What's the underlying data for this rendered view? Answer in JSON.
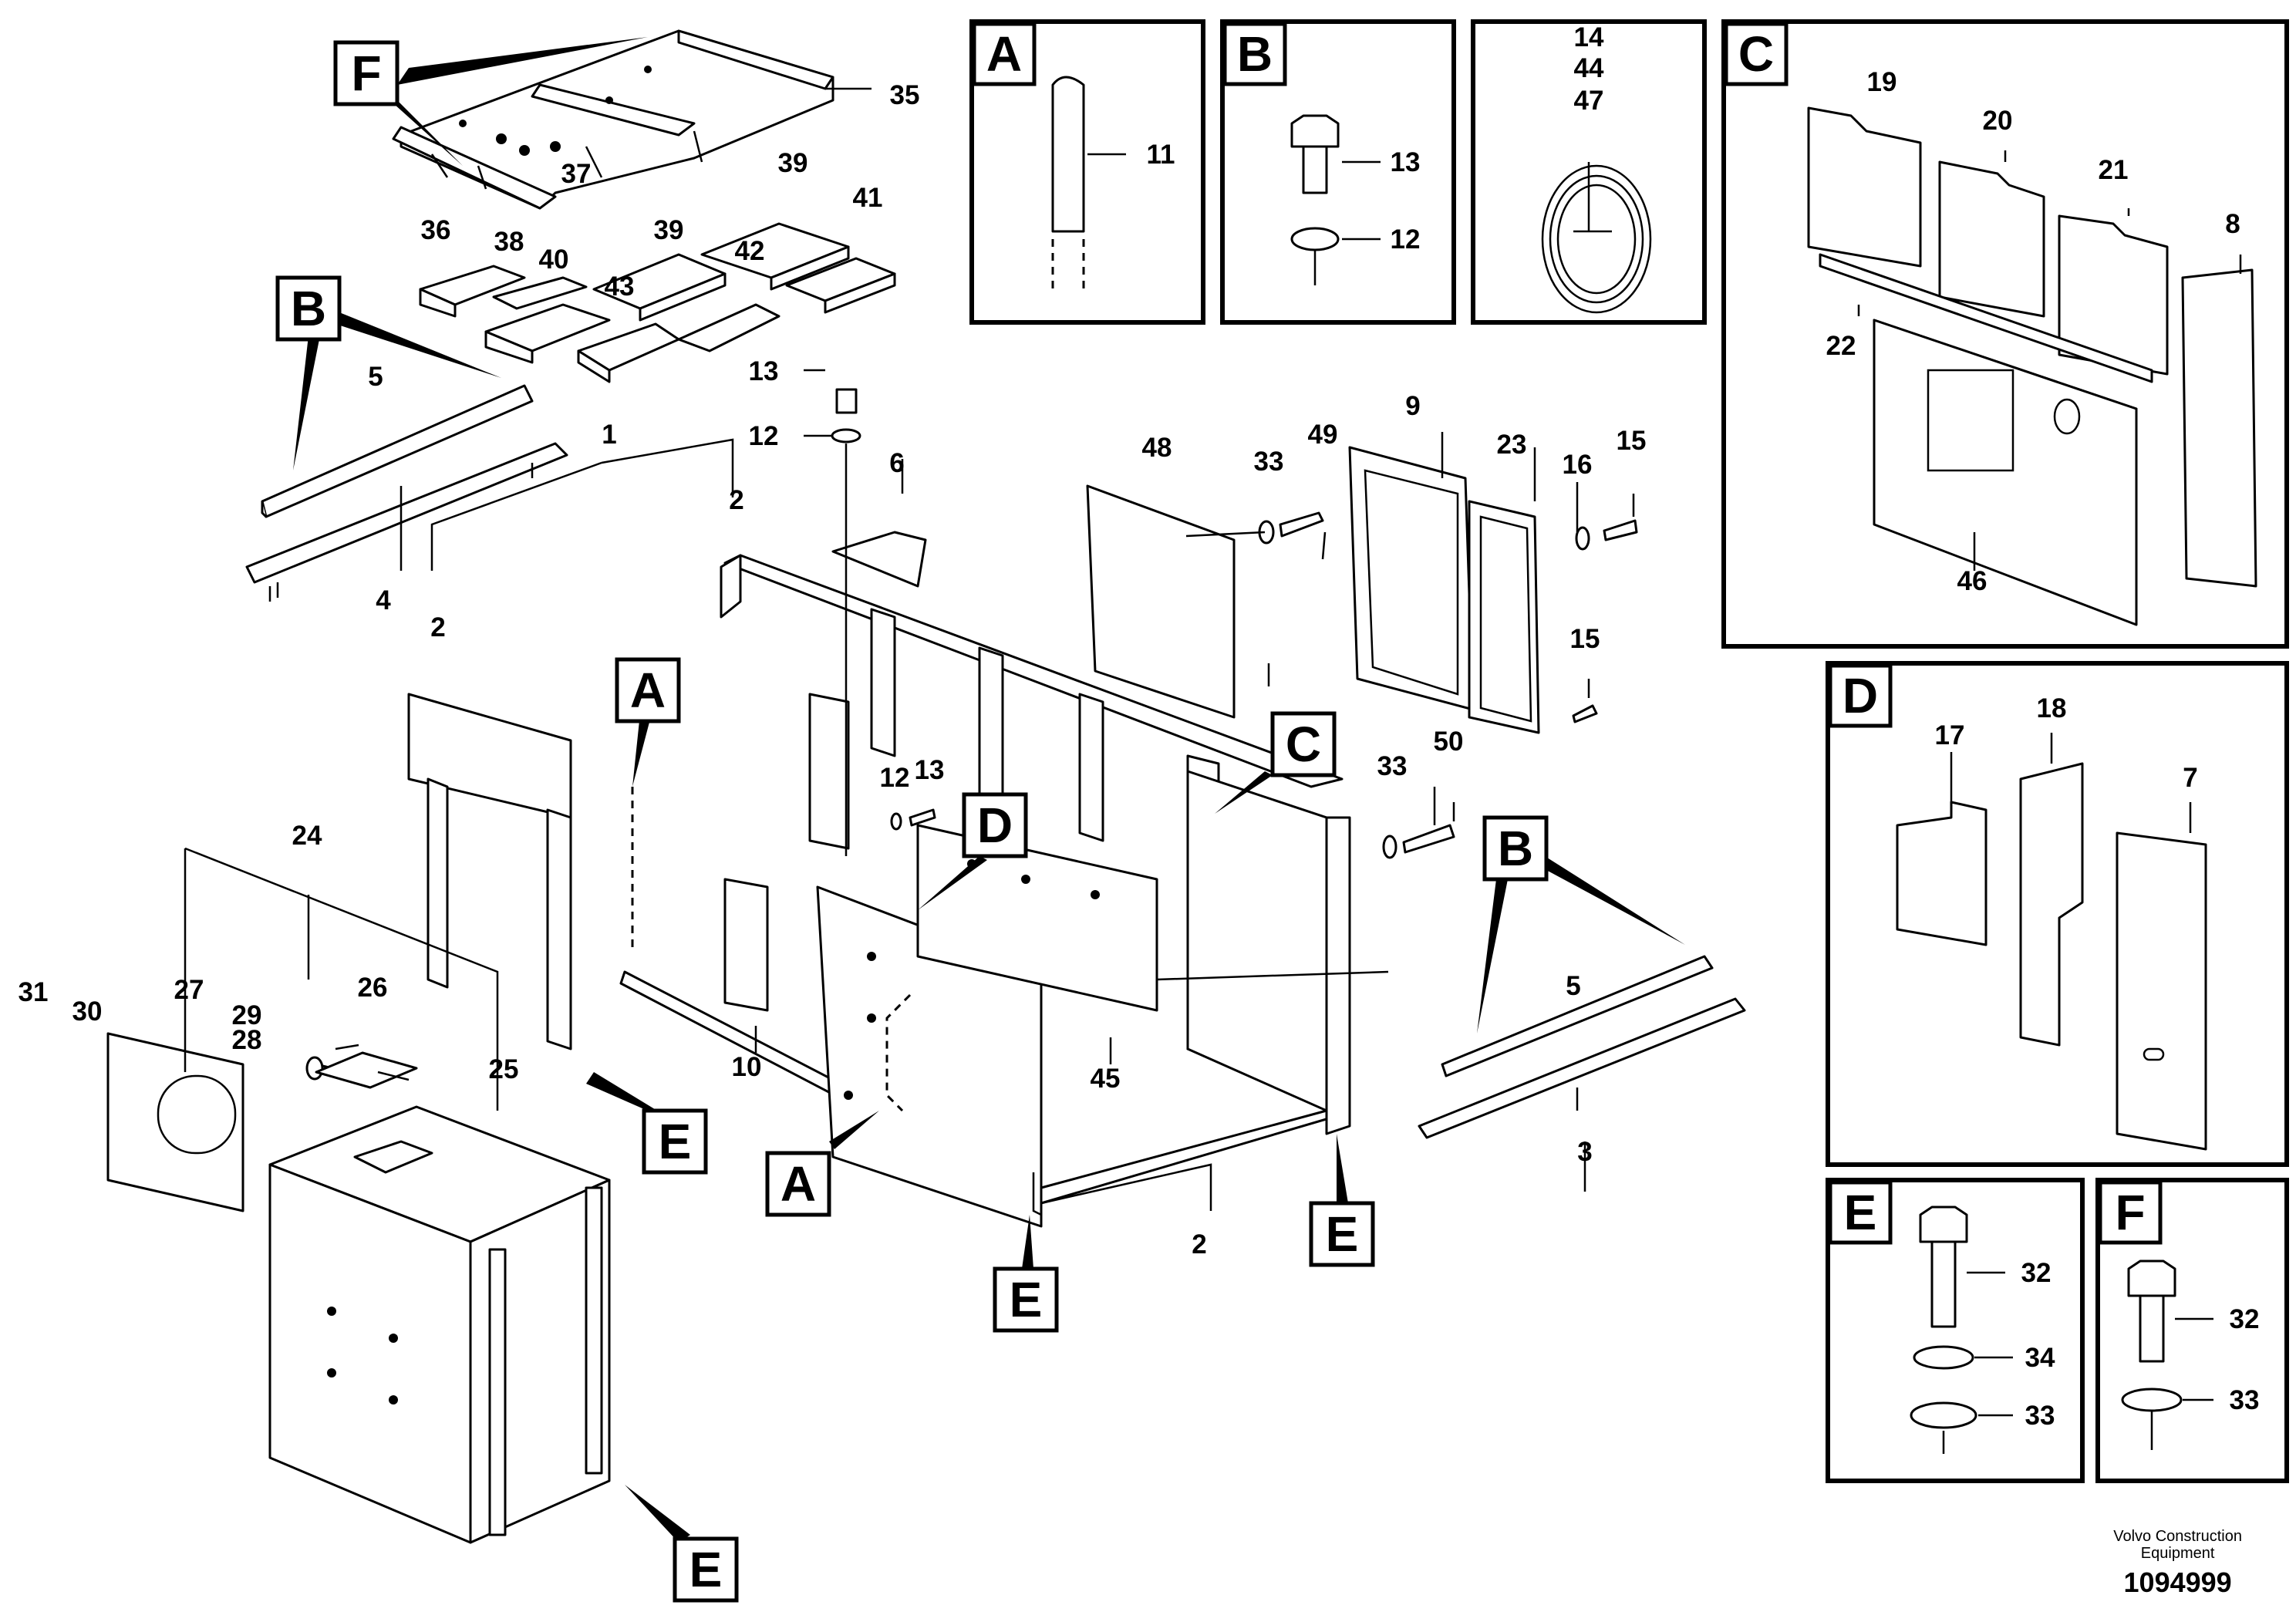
{
  "diagram": {
    "main_labels": [
      {
        "id": "1",
        "text": "1"
      },
      {
        "id": "2a",
        "text": "2"
      },
      {
        "id": "2b",
        "text": "2"
      },
      {
        "id": "2c",
        "text": "2"
      },
      {
        "id": "3",
        "text": "3"
      },
      {
        "id": "4",
        "text": "4"
      },
      {
        "id": "5a",
        "text": "5"
      },
      {
        "id": "5b",
        "text": "5"
      },
      {
        "id": "6",
        "text": "6"
      },
      {
        "id": "9",
        "text": "9"
      },
      {
        "id": "10",
        "text": "10"
      },
      {
        "id": "12a",
        "text": "12"
      },
      {
        "id": "12b",
        "text": "12"
      },
      {
        "id": "13a",
        "text": "13"
      },
      {
        "id": "13b",
        "text": "13"
      },
      {
        "id": "15a",
        "text": "15"
      },
      {
        "id": "15b",
        "text": "15"
      },
      {
        "id": "16",
        "text": "16"
      },
      {
        "id": "23",
        "text": "23"
      },
      {
        "id": "24",
        "text": "24"
      },
      {
        "id": "25",
        "text": "25"
      },
      {
        "id": "26",
        "text": "26"
      },
      {
        "id": "27",
        "text": "27"
      },
      {
        "id": "28",
        "text": "28"
      },
      {
        "id": "29",
        "text": "29"
      },
      {
        "id": "30",
        "text": "30"
      },
      {
        "id": "31",
        "text": "31"
      },
      {
        "id": "33a",
        "text": "33"
      },
      {
        "id": "33b",
        "text": "33"
      },
      {
        "id": "35",
        "text": "35"
      },
      {
        "id": "36",
        "text": "36"
      },
      {
        "id": "37",
        "text": "37"
      },
      {
        "id": "38",
        "text": "38"
      },
      {
        "id": "39a",
        "text": "39"
      },
      {
        "id": "39b",
        "text": "39"
      },
      {
        "id": "40",
        "text": "40"
      },
      {
        "id": "41",
        "text": "41"
      },
      {
        "id": "42",
        "text": "42"
      },
      {
        "id": "43",
        "text": "43"
      },
      {
        "id": "45",
        "text": "45"
      },
      {
        "id": "48",
        "text": "48"
      },
      {
        "id": "49",
        "text": "49"
      },
      {
        "id": "50",
        "text": "50"
      }
    ],
    "letter_tags": [
      "F",
      "B",
      "A",
      "D",
      "C",
      "B",
      "E",
      "A",
      "E",
      "E",
      "E"
    ],
    "detail_panels": [
      {
        "letter": "A",
        "labels": [
          "11"
        ]
      },
      {
        "letter": "B",
        "labels": [
          "13",
          "12"
        ]
      },
      {
        "letter": "",
        "labels": [
          "14",
          "44",
          "47"
        ]
      },
      {
        "letter": "C",
        "labels": [
          "19",
          "20",
          "21",
          "8",
          "22",
          "46"
        ]
      },
      {
        "letter": "D",
        "labels": [
          "17",
          "18",
          "7"
        ]
      },
      {
        "letter": "E",
        "labels": [
          "32",
          "34",
          "33"
        ]
      },
      {
        "letter": "F",
        "labels": [
          "32",
          "33"
        ]
      }
    ]
  },
  "footer": {
    "manufacturer_line1": "Volvo Construction",
    "manufacturer_line2": "Equipment",
    "drawing_number": "1094999"
  }
}
